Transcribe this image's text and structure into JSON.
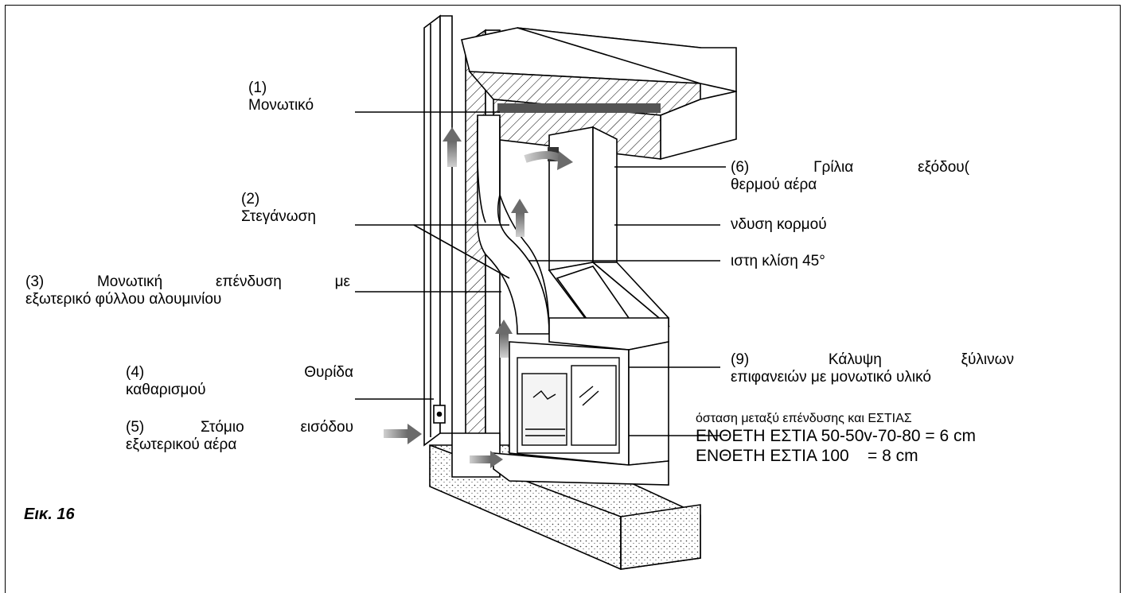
{
  "figure_label": "Εικ. 16",
  "labels": {
    "l1": {
      "num": "(1)",
      "text": "Μονωτικό"
    },
    "l2": {
      "num": "(2)",
      "text": "Στεγάνωση"
    },
    "l3": {
      "words": [
        "(3)",
        "Μονωτική",
        "επένδυση",
        "με"
      ],
      "line2": "εξωτερικό φύλλου αλουμινίου"
    },
    "l4": {
      "words": [
        "(4)",
        "Θυρίδα"
      ],
      "line2": "καθαρισμού"
    },
    "l5": {
      "words": [
        "(5)",
        "Στόμιο",
        "εισόδου"
      ],
      "line2": "εξωτερικού αέρα"
    },
    "l6": {
      "words": [
        "(6)",
        "Γρίλια",
        "εξόδου("
      ],
      "line2": "θερμού αέρα"
    },
    "l7": {
      "text": "νδυση κορμού"
    },
    "l8": {
      "text": "ιστη κλίση 45°"
    },
    "l9": {
      "words": [
        "(9)",
        "Κάλυψη",
        "ξύλινων"
      ],
      "line2": "επιφανειών με μονωτικό υλικό"
    },
    "l10": {
      "line1": "όσταση μεταξύ επένδυσης και ΕΣΤΙΑΣ",
      "line2": "ΕΝΘΕΤΗ ΕΣΤΙΑ 50-50v-70-80 = 6 cm",
      "line3": "ΕΝΘΕΤΗ ΕΣΤΙΑ 100    = 8 cm"
    }
  }
}
